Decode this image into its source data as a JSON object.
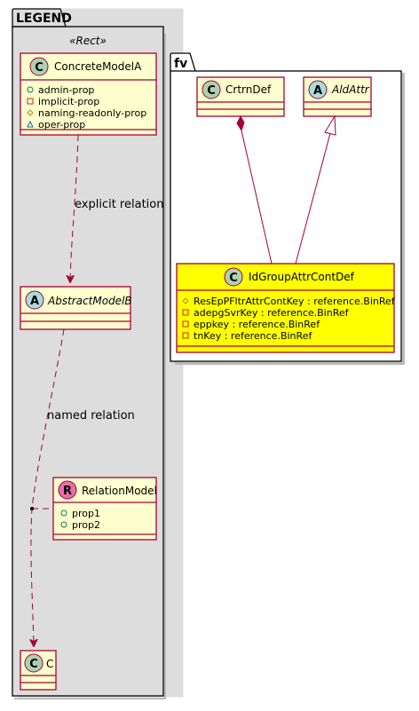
{
  "colors": {
    "package_fill": "#dddddd",
    "class_fill": "#fefece",
    "class_border": "#a80036",
    "highlight_fill": "#ffff00",
    "class_circle": "#add1b2",
    "abstract_circle": "#a9dcdf",
    "relation_circle": "#eb6cad"
  },
  "legend": {
    "title": "LEGEND",
    "stereotype": "«Rect»",
    "relations": {
      "explicit": "explicit relation",
      "named": "named relation"
    },
    "concrete_model": {
      "letter": "C",
      "name": "ConcreteModelA",
      "attributes": [
        {
          "visibility": "public",
          "text": "admin-prop"
        },
        {
          "visibility": "private",
          "text": "implicit-prop"
        },
        {
          "visibility": "protected",
          "text": "naming-readonly-prop"
        },
        {
          "visibility": "package",
          "text": "oper-prop"
        }
      ]
    },
    "abstract_model": {
      "letter": "A",
      "name": "AbstractModelB"
    },
    "relation_model": {
      "letter": "R",
      "name": "RelationModel",
      "attributes": [
        {
          "visibility": "public",
          "text": "prop1"
        },
        {
          "visibility": "public",
          "text": "prop2"
        }
      ]
    },
    "c_model": {
      "letter": "C",
      "name": "C"
    }
  },
  "fv": {
    "title": "fv",
    "crtrn": {
      "letter": "C",
      "name": "CrtrnDef"
    },
    "aldattr": {
      "letter": "A",
      "name": "AldAttr"
    },
    "idgroup": {
      "letter": "C",
      "name": "IdGroupAttrContDef",
      "attributes": [
        {
          "visibility": "protected",
          "text": "ResEpPFltrAttrContKey : reference.BinRef"
        },
        {
          "visibility": "private",
          "text": "adepgSvrKey : reference.BinRef"
        },
        {
          "visibility": "private",
          "text": "eppkey : reference.BinRef"
        },
        {
          "visibility": "private",
          "text": "tnKey : reference.BinRef"
        }
      ]
    }
  }
}
